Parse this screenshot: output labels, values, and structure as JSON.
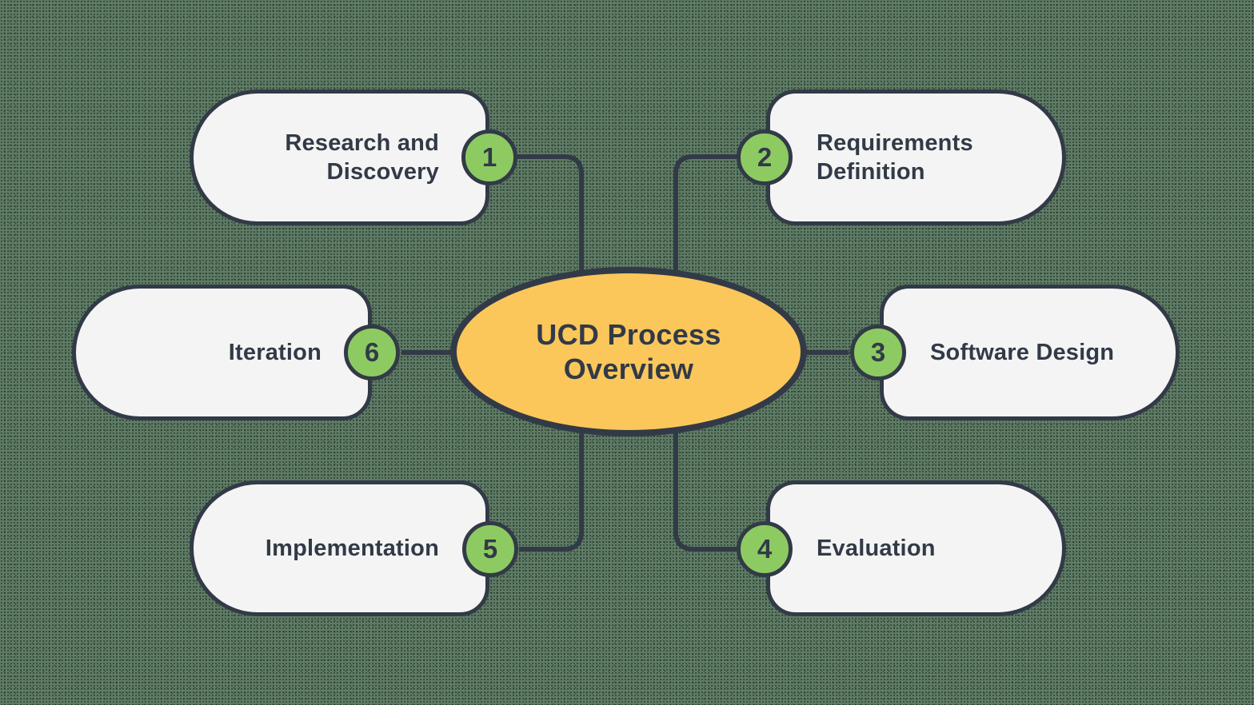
{
  "diagram": {
    "center": {
      "label": "UCD Process\nOverview"
    },
    "stages": [
      {
        "number": "1",
        "label": "Research and\nDiscovery"
      },
      {
        "number": "2",
        "label": "Requirements\nDefinition"
      },
      {
        "number": "3",
        "label": "Software Design"
      },
      {
        "number": "4",
        "label": "Evaluation"
      },
      {
        "number": "5",
        "label": "Implementation"
      },
      {
        "number": "6",
        "label": "Iteration"
      }
    ],
    "colors": {
      "background": "#5d7b64",
      "node_fill": "#f4f4f4",
      "outline": "#323a47",
      "center_fill": "#fbc75a",
      "badge_fill": "#8dcb62"
    }
  }
}
